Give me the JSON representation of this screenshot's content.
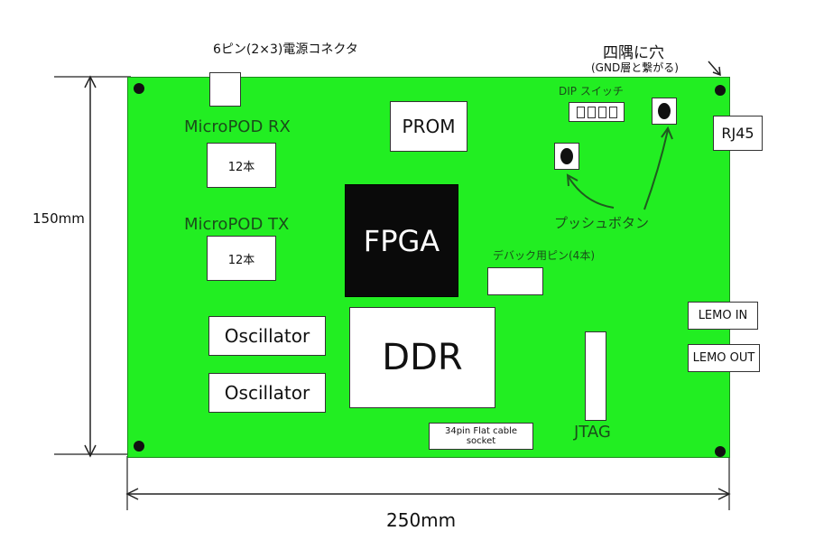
{
  "colors": {
    "board": "#22ee22",
    "fpga": "#0a0a0a",
    "line": "#222222",
    "sub_label": "#1a4d1a"
  },
  "top": {
    "connector_label": "6ピン(2×3)電源コネクタ",
    "corner_title": "四隅に穴",
    "corner_sub": "(GND層と繋がる)"
  },
  "dims": {
    "height": "150mm",
    "width": "250mm"
  },
  "components": {
    "prom": "PROM",
    "micropod_rx_label": "MicroPOD RX",
    "micropod_rx_count": "12本",
    "micropod_tx_label": "MicroPOD TX",
    "micropod_tx_count": "12本",
    "fpga": "FPGA",
    "ddr": "DDR",
    "osc1": "Oscillator",
    "osc2": "Oscillator",
    "dip_label": "DIP スイッチ",
    "push_label": "プッシュボタン",
    "debug_label": "デバック用ピン(4本)",
    "rj45": "RJ45",
    "lemo_in": "LEMO IN",
    "lemo_out": "LEMO OUT",
    "jtag": "JTAG",
    "flat_cable": "34pin Flat cable socket"
  }
}
